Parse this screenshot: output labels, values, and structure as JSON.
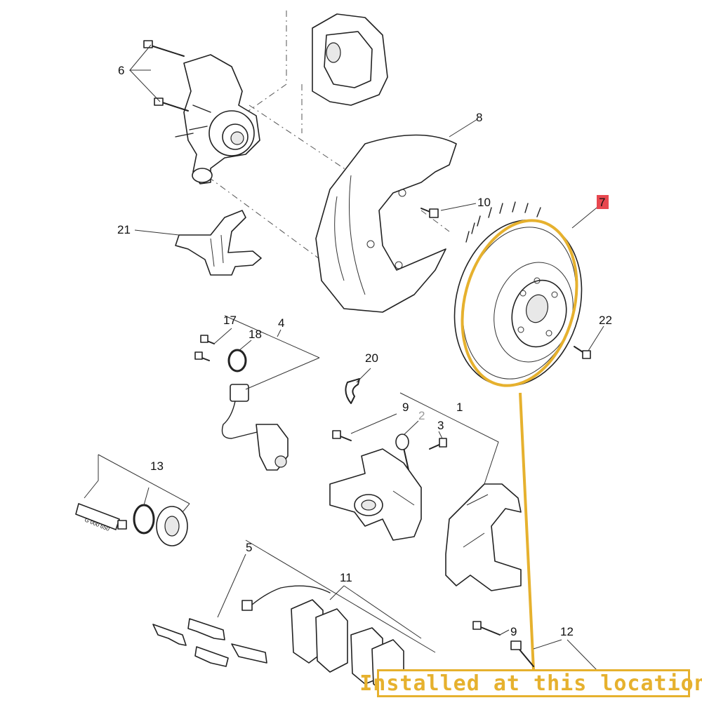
{
  "diagram": {
    "labels": {
      "p1": "1",
      "p2": "2",
      "p3": "3",
      "p4": "4",
      "p5": "5",
      "p6": "6",
      "p7": "7",
      "p8": "8",
      "p9a": "9",
      "p9b": "9",
      "p10": "10",
      "p11": "11",
      "p12": "12",
      "p13": "13",
      "p17": "17",
      "p18": "18",
      "p20": "20",
      "p21": "21",
      "p22": "22"
    },
    "tube_text": "G 000 650",
    "highlight_color": "#e6b12e",
    "highlight_label_bg": "#e8474f"
  },
  "callout": {
    "text": "Installed at this location"
  }
}
